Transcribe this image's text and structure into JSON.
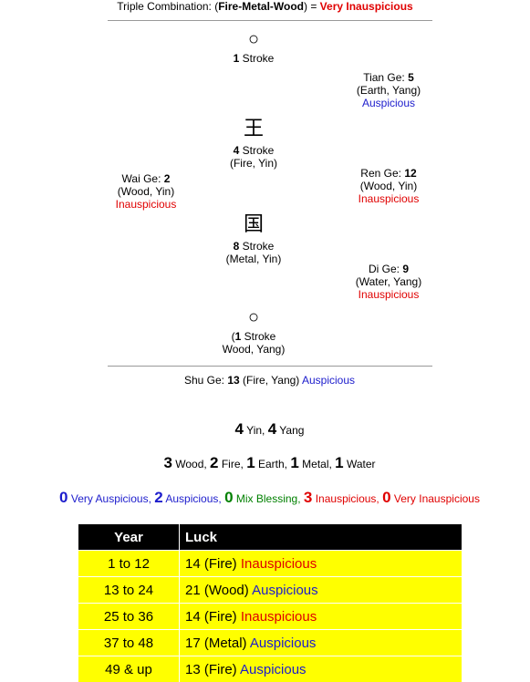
{
  "header": {
    "prefix": "Triple Combination: (",
    "combo": "Fire-Metal-Wood",
    "suffix": ") = ",
    "verdict": "Very Inauspicious"
  },
  "chars": [
    {
      "glyph": "○",
      "count": "1",
      "unit": " Stroke",
      "element": ""
    },
    {
      "glyph": "王",
      "count": "4",
      "unit": " Stroke",
      "element": "(Fire, Yin)"
    },
    {
      "glyph": "国",
      "count": "8",
      "unit": " Stroke",
      "element": "(Metal, Yin)"
    },
    {
      "glyph": "○",
      "count": "1",
      "unit": " Stroke",
      "element": "Wood, Yang)",
      "open": "("
    }
  ],
  "grids": {
    "tian": {
      "label": "Tian Ge: ",
      "num": "5",
      "element": "(Earth, Yang)",
      "luck": "Auspicious"
    },
    "ren": {
      "label": "Ren Ge: ",
      "num": "12",
      "element": "(Wood, Yin)",
      "luck": "Inauspicious"
    },
    "di": {
      "label": "Di Ge: ",
      "num": "9",
      "element": "(Water, Yang)",
      "luck": "Inauspicious"
    },
    "wai": {
      "label": "Wai Ge: ",
      "num": "2",
      "element": "(Wood, Yin)",
      "luck": "Inauspicious"
    },
    "shu": {
      "label": "Shu Ge: ",
      "num": "13",
      "element": " (Fire, Yang) ",
      "luck": "Auspicious"
    }
  },
  "yinyang": {
    "yin_count": "4",
    "yin_label": " Yin, ",
    "yang_count": "4",
    "yang_label": " Yang"
  },
  "elements": [
    {
      "count": "3",
      "label": " Wood, "
    },
    {
      "count": "2",
      "label": " Fire, "
    },
    {
      "count": "1",
      "label": " Earth, "
    },
    {
      "count": "1",
      "label": " Metal, "
    },
    {
      "count": "1",
      "label": " Water"
    }
  ],
  "luck_counts": [
    {
      "count": "0",
      "label": " Very Auspicious, ",
      "color": "#1c1ccc"
    },
    {
      "count": "2",
      "label": " Auspicious, ",
      "color": "#1c1ccc"
    },
    {
      "count": "0",
      "label": " Mix Blessing, ",
      "color": "#008000"
    },
    {
      "count": "3",
      "label": " Inauspicious, ",
      "color": "#e00000"
    },
    {
      "count": "0",
      "label": " Very Inauspicious",
      "color": "#e00000"
    }
  ],
  "table": {
    "headers": [
      "Year",
      "Luck"
    ],
    "rows": [
      {
        "year": "1 to 12",
        "num": "14 (Fire) ",
        "luck": "Inauspicious",
        "color": "#e00000"
      },
      {
        "year": "13 to 24",
        "num": "21 (Wood) ",
        "luck": "Auspicious",
        "color": "#1c1ccc"
      },
      {
        "year": "25 to 36",
        "num": "14 (Fire) ",
        "luck": "Inauspicious",
        "color": "#e00000"
      },
      {
        "year": "37 to 48",
        "num": "17 (Metal) ",
        "luck": "Auspicious",
        "color": "#1c1ccc"
      },
      {
        "year": "49 & up",
        "num": "13 (Fire) ",
        "luck": "Auspicious",
        "color": "#1c1ccc"
      }
    ]
  }
}
